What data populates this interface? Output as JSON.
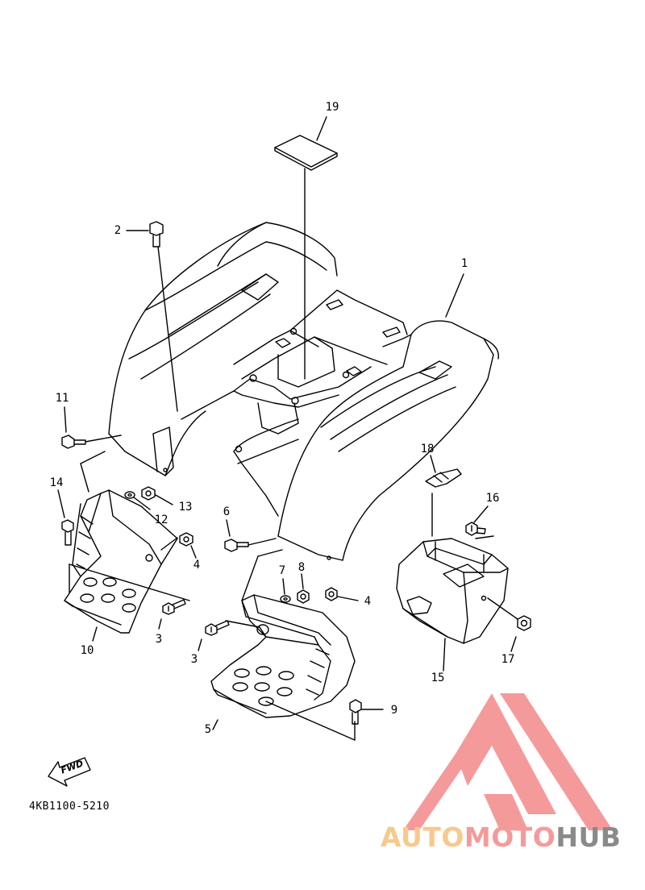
{
  "diagram": {
    "drawing_code": "4KB1100-5210",
    "direction_marker": "FWD",
    "callouts": [
      {
        "id": "1",
        "label": "1"
      },
      {
        "id": "2",
        "label": "2"
      },
      {
        "id": "3a",
        "label": "3"
      },
      {
        "id": "3b",
        "label": "3"
      },
      {
        "id": "4a",
        "label": "4"
      },
      {
        "id": "4b",
        "label": "4"
      },
      {
        "id": "5",
        "label": "5"
      },
      {
        "id": "6",
        "label": "6"
      },
      {
        "id": "7",
        "label": "7"
      },
      {
        "id": "8",
        "label": "8"
      },
      {
        "id": "9",
        "label": "9"
      },
      {
        "id": "10",
        "label": "10"
      },
      {
        "id": "11",
        "label": "11"
      },
      {
        "id": "12",
        "label": "12"
      },
      {
        "id": "13",
        "label": "13"
      },
      {
        "id": "14",
        "label": "14"
      },
      {
        "id": "15",
        "label": "15"
      },
      {
        "id": "16",
        "label": "16"
      },
      {
        "id": "17",
        "label": "17"
      },
      {
        "id": "18",
        "label": "18"
      },
      {
        "id": "19",
        "label": "19"
      }
    ]
  },
  "watermark": {
    "part1": "AUTO",
    "part2": "MOTO",
    "part3": "HUB",
    "colors": {
      "auto": "#f7c98c",
      "moto": "#f59a9a",
      "hub": "#8a8a8a",
      "emblem": "#f59a9a"
    }
  }
}
